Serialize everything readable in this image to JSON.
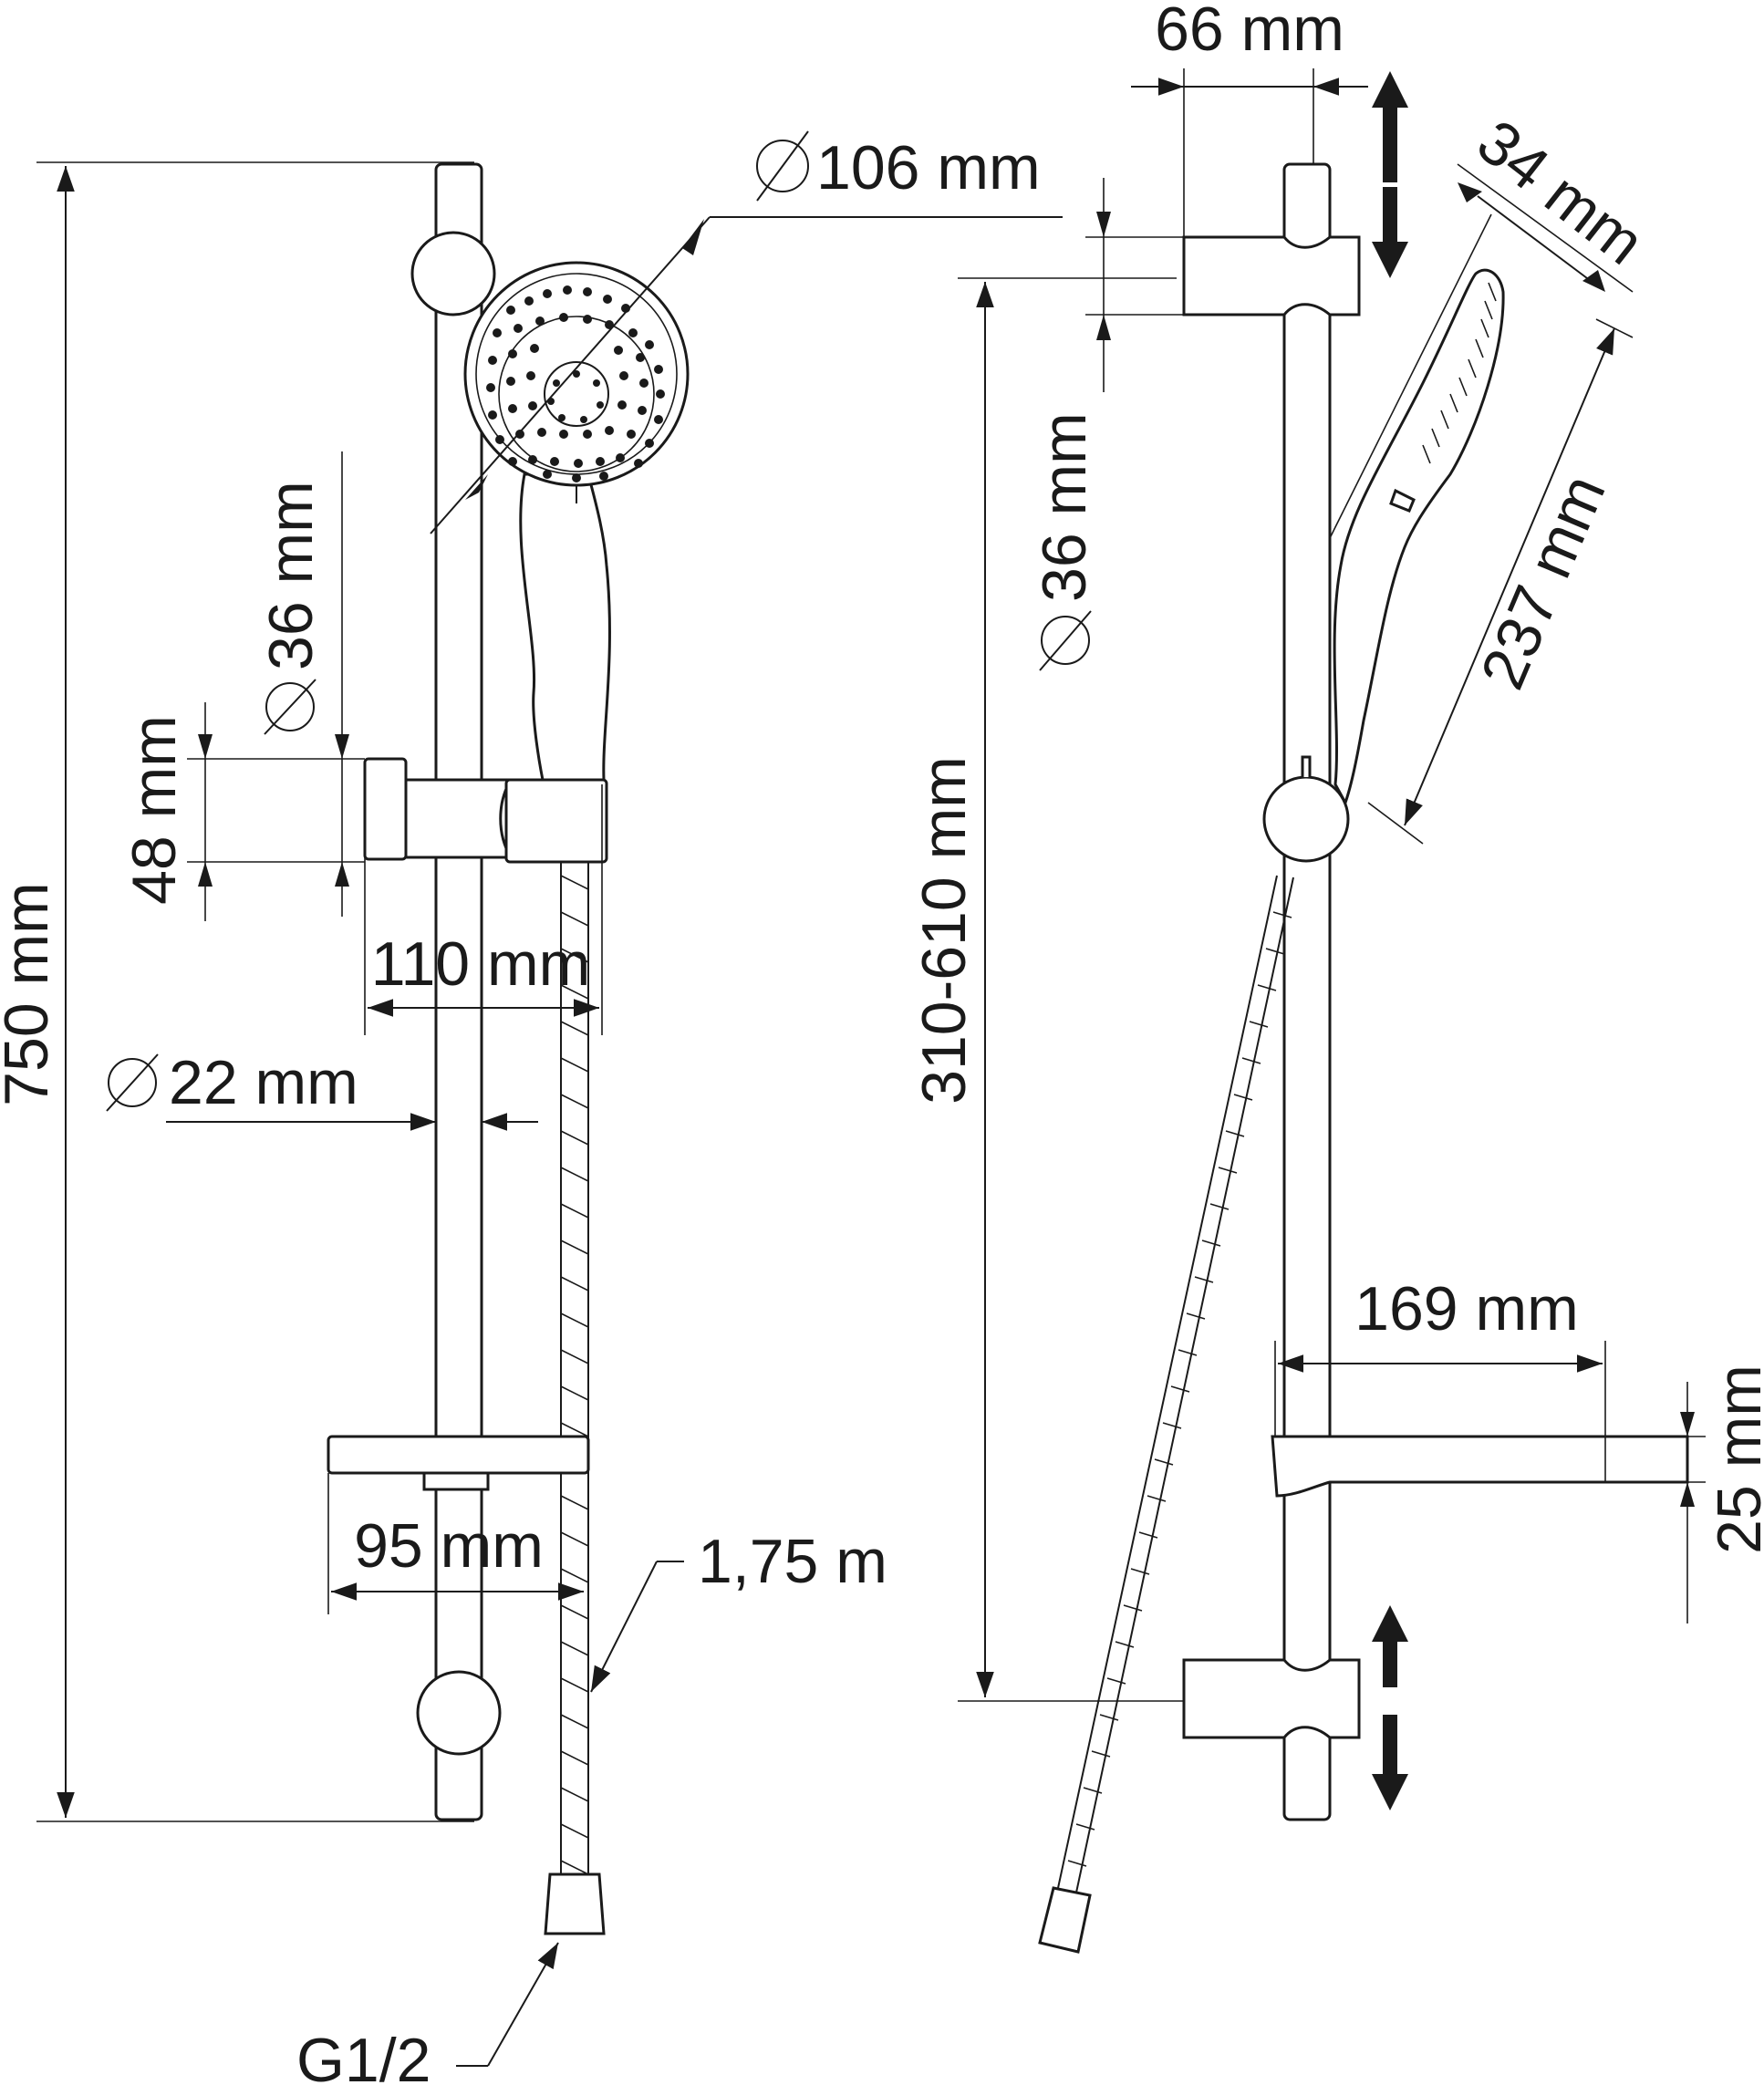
{
  "dimensions": {
    "d750": "750 mm",
    "d106": "106 mm",
    "d36_left": "36 mm",
    "d48": "48 mm",
    "d110": "110 mm",
    "d22": "22 mm",
    "d95": "95 mm",
    "d175": "1,75 m",
    "g12": "G1/2",
    "d66": "66 mm",
    "d36_right": "36 mm",
    "d34": "34 mm",
    "d237": "237 mm",
    "d310_610": "310-610 mm",
    "d169": "169 mm",
    "d25": "25 mm"
  },
  "symbols": {
    "diameter": "Ø"
  }
}
